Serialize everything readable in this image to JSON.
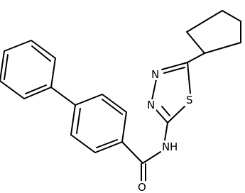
{
  "molecule": {
    "atom_labels": {
      "n3": "N",
      "n4": "N",
      "s1": "S",
      "nh": "N",
      "h": "H",
      "o": "O"
    },
    "colors": {
      "bond": "#000000",
      "background": "#ffffff",
      "label": "#000000"
    }
  }
}
